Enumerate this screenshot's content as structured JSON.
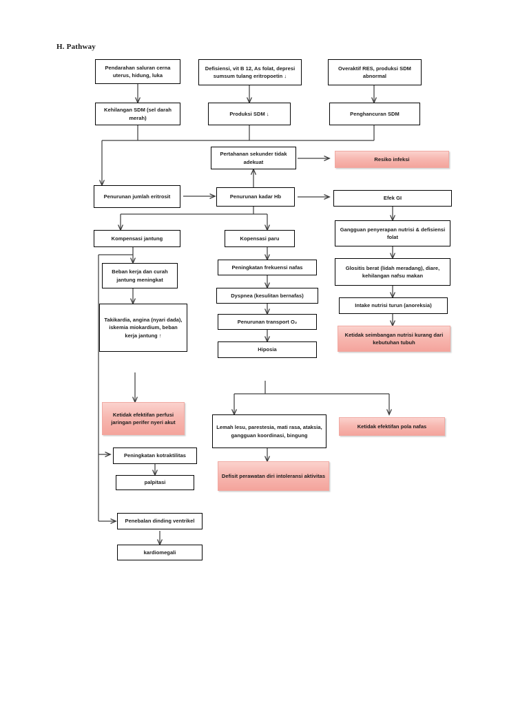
{
  "document": {
    "heading": "H.  Pathway"
  },
  "colors": {
    "pink_fill_top": "#fbd2cd",
    "pink_fill_bottom": "#f4a49c",
    "pink_border": "#f0a9a2",
    "box_border": "#000000",
    "text": "#1a1a1a",
    "connector": "#3f3f3f"
  },
  "nodes": {
    "pendarahan": {
      "label": "Pendarahan saluran cerna uterus, hidung, luka",
      "type": "white"
    },
    "defisiensi": {
      "label": "Defisiensi, vit B 12, As folat, depresi sumsum tulang eritropoetin ↓",
      "type": "white"
    },
    "overaktif": {
      "label": "Overaktif RES, produksi SDM abnormal",
      "type": "white"
    },
    "kehilangan_sdm": {
      "label": "Kehilangan SDM (sel darah merah)",
      "type": "white"
    },
    "produksi_sdm": {
      "label": "Produksi SDM ↓",
      "type": "white"
    },
    "penghancuran_sdm": {
      "label": "Penghancuran SDM",
      "type": "white"
    },
    "pertahanan": {
      "label": "Pertahanan sekunder tidak adekuat",
      "type": "white"
    },
    "resiko_infeksi": {
      "label": "Resiko infeksi",
      "type": "pink"
    },
    "penurunan_eritrosit": {
      "label": "Penurunan jumlah eritrosit",
      "type": "white"
    },
    "penurunan_hb": {
      "label": "Penurunan kadar Hb",
      "type": "white"
    },
    "efek_gi": {
      "label": "Efek GI",
      "type": "white"
    },
    "kompensasi_jantung": {
      "label": "Kompensasi jantung",
      "type": "white"
    },
    "kopensasi_paru": {
      "label": "Kopensasi paru",
      "type": "white"
    },
    "gangguan_penyerapan": {
      "label": "Gangguan penyerapan nutrisi & defisiensi folat",
      "type": "white"
    },
    "beban_kerja": {
      "label": "Beban kerja dan curah jantung meningkat",
      "type": "white"
    },
    "peningkatan_frekuensi": {
      "label": "Peningkatan frekuensi nafas",
      "type": "white"
    },
    "glositis": {
      "label": "Glositis berat (lidah meradang), diare, kehilangan nafsu makan",
      "type": "white"
    },
    "dyspnea": {
      "label": "Dyspnea (kesulitan bernafas)",
      "type": "white"
    },
    "intake_nutrisi": {
      "label": "Intake nutrisi turun (anoreksia)",
      "type": "white"
    },
    "takikardia": {
      "label": "Takikardia, angina (nyari dada), iskemia miokardium, beban kerja jantung ↑",
      "type": "white"
    },
    "penurunan_transport": {
      "label": "Penurunan transport O₂",
      "type": "white"
    },
    "ketidak_seimbangan": {
      "label": "Ketidak seimbangan nutrisi kurang dari kebutuhan tubuh",
      "type": "pink"
    },
    "hiposia": {
      "label": "Hiposia",
      "type": "white"
    },
    "ketidak_perfusi": {
      "label": "Ketidak efektifan perfusi jaringan perifer nyeri akut",
      "type": "pink"
    },
    "lemah_lesu": {
      "label": "Lemah lesu, parestesia, mati rasa, ataksia, gangguan koordinasi, bingung",
      "type": "white"
    },
    "ketidak_pola_nafas": {
      "label": "Ketidak efektifan pola nafas",
      "type": "pink"
    },
    "peningkatan_kotraktilitas": {
      "label": "Peningkatan kotraktilitas",
      "type": "white"
    },
    "defisit_perawatan": {
      "label": "Defisit perawatan diri intoleransi aktivitas",
      "type": "pink"
    },
    "palpitasi": {
      "label": "palpitasi",
      "type": "white"
    },
    "penebalan": {
      "label": "Penebalan dinding ventrikel",
      "type": "white"
    },
    "kardiomegali": {
      "label": "kardiomegali",
      "type": "white"
    }
  }
}
